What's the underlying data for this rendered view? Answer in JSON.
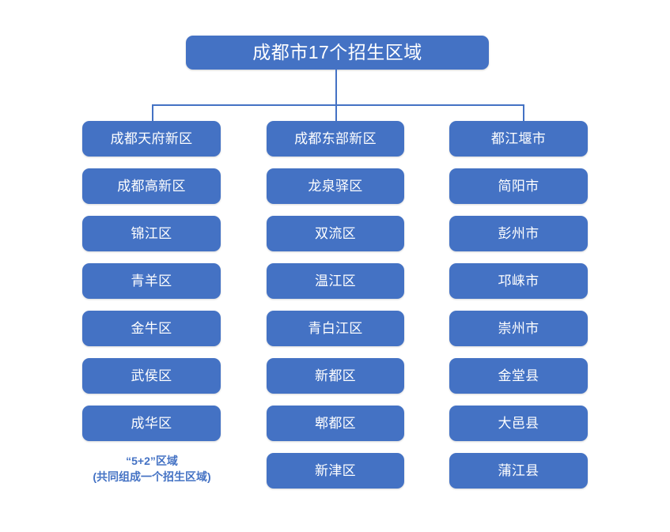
{
  "diagram": {
    "title": "成都市17个招生区域",
    "accent_color": "#4472C4",
    "node_text_color": "#FFFFFF",
    "background_color": "#FFFFFF",
    "columns": [
      {
        "name": "column-1",
        "nodes": [
          "成都天府新区",
          "成都高新区",
          "锦江区",
          "青羊区",
          "金牛区",
          "武侯区",
          "成华区"
        ],
        "footnote_line1": "“5+2”区域",
        "footnote_line2": "(共同组成一个招生区域)"
      },
      {
        "name": "column-2",
        "nodes": [
          "成都东部新区",
          "龙泉驿区",
          "双流区",
          "温江区",
          "青白江区",
          "新都区",
          "郫都区",
          "新津区"
        ]
      },
      {
        "name": "column-3",
        "nodes": [
          "都江堰市",
          "简阳市",
          "彭州市",
          "邛崃市",
          "崇州市",
          "金堂县",
          "大邑县",
          "蒲江县"
        ]
      }
    ]
  }
}
